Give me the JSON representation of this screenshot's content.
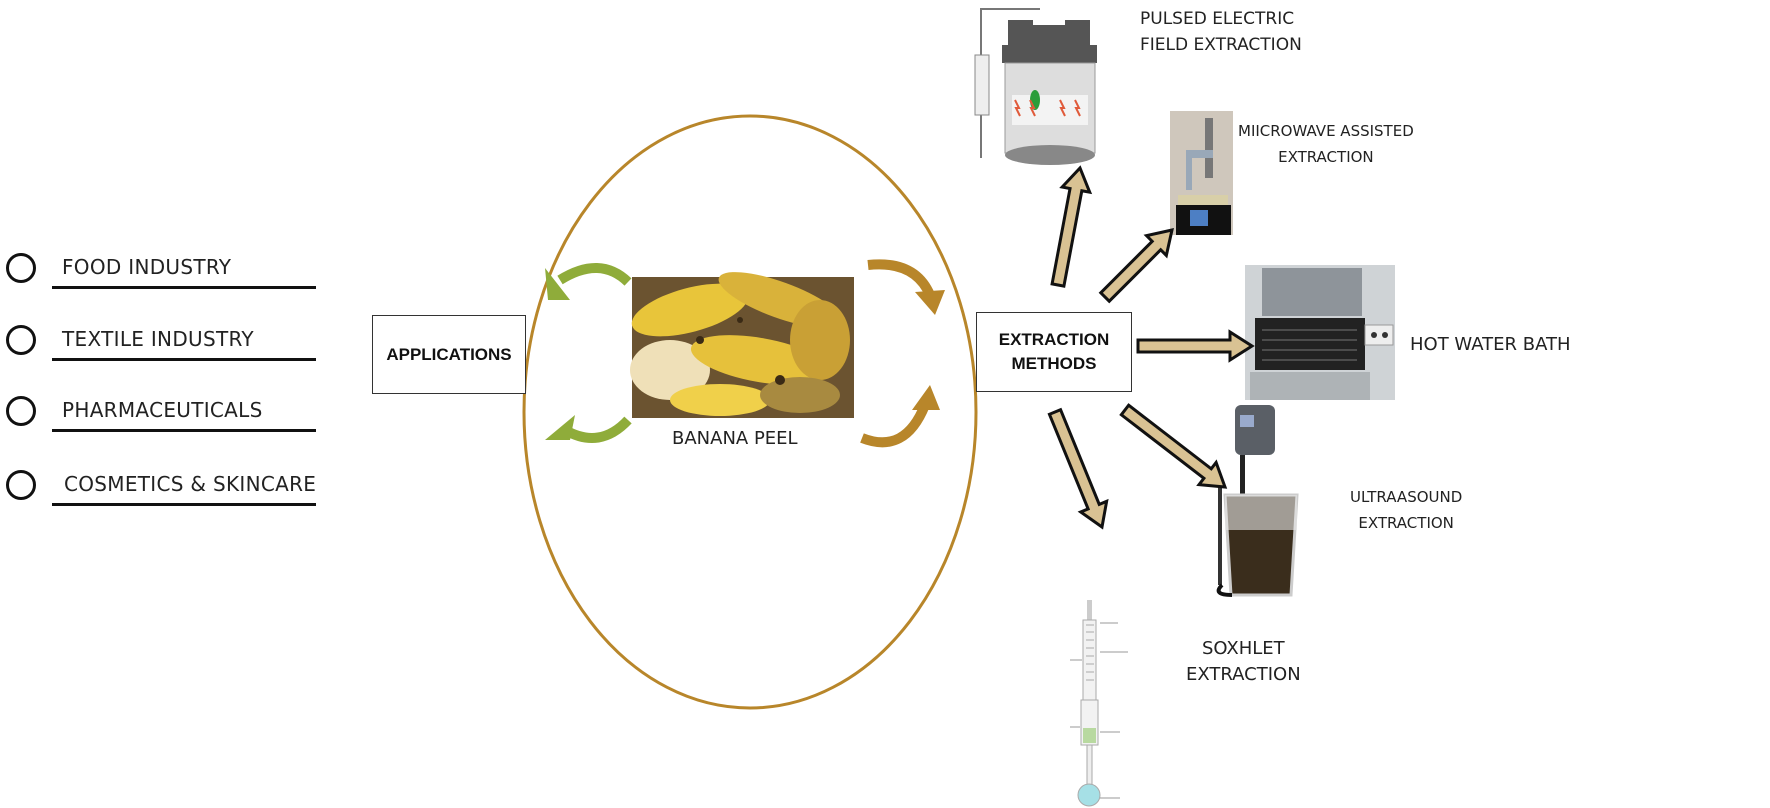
{
  "applications": {
    "title": "APPLICATIONS",
    "items": [
      {
        "label": "FOOD INDUSTRY"
      },
      {
        "label": "TEXTILE INDUSTRY"
      },
      {
        "label": "PHARMACEUTICALS"
      },
      {
        "label": "COSMETICS & SKINCARE"
      }
    ]
  },
  "center": {
    "label": "BANANA PEEL"
  },
  "extraction": {
    "title_line1": "EXTRACTION",
    "title_line2": "METHODS",
    "methods": [
      {
        "line1": "PULSED ELECTRIC",
        "line2": "FIELD EXTRACTION"
      },
      {
        "line1": "MIICROWAVE ASSISTED",
        "line2": "EXTRACTION"
      },
      {
        "line1": "HOT WATER BATH",
        "line2": ""
      },
      {
        "line1": "ULTRAASOUND",
        "line2": "EXTRACTION"
      },
      {
        "line1": "SOXHLET",
        "line2": "EXTRACTION"
      }
    ]
  },
  "colors": {
    "circle": "#b8862a",
    "green_arrow": "#8fac3a",
    "brown_arrow": "#b8862a",
    "method_arrow": "#d9c293"
  }
}
